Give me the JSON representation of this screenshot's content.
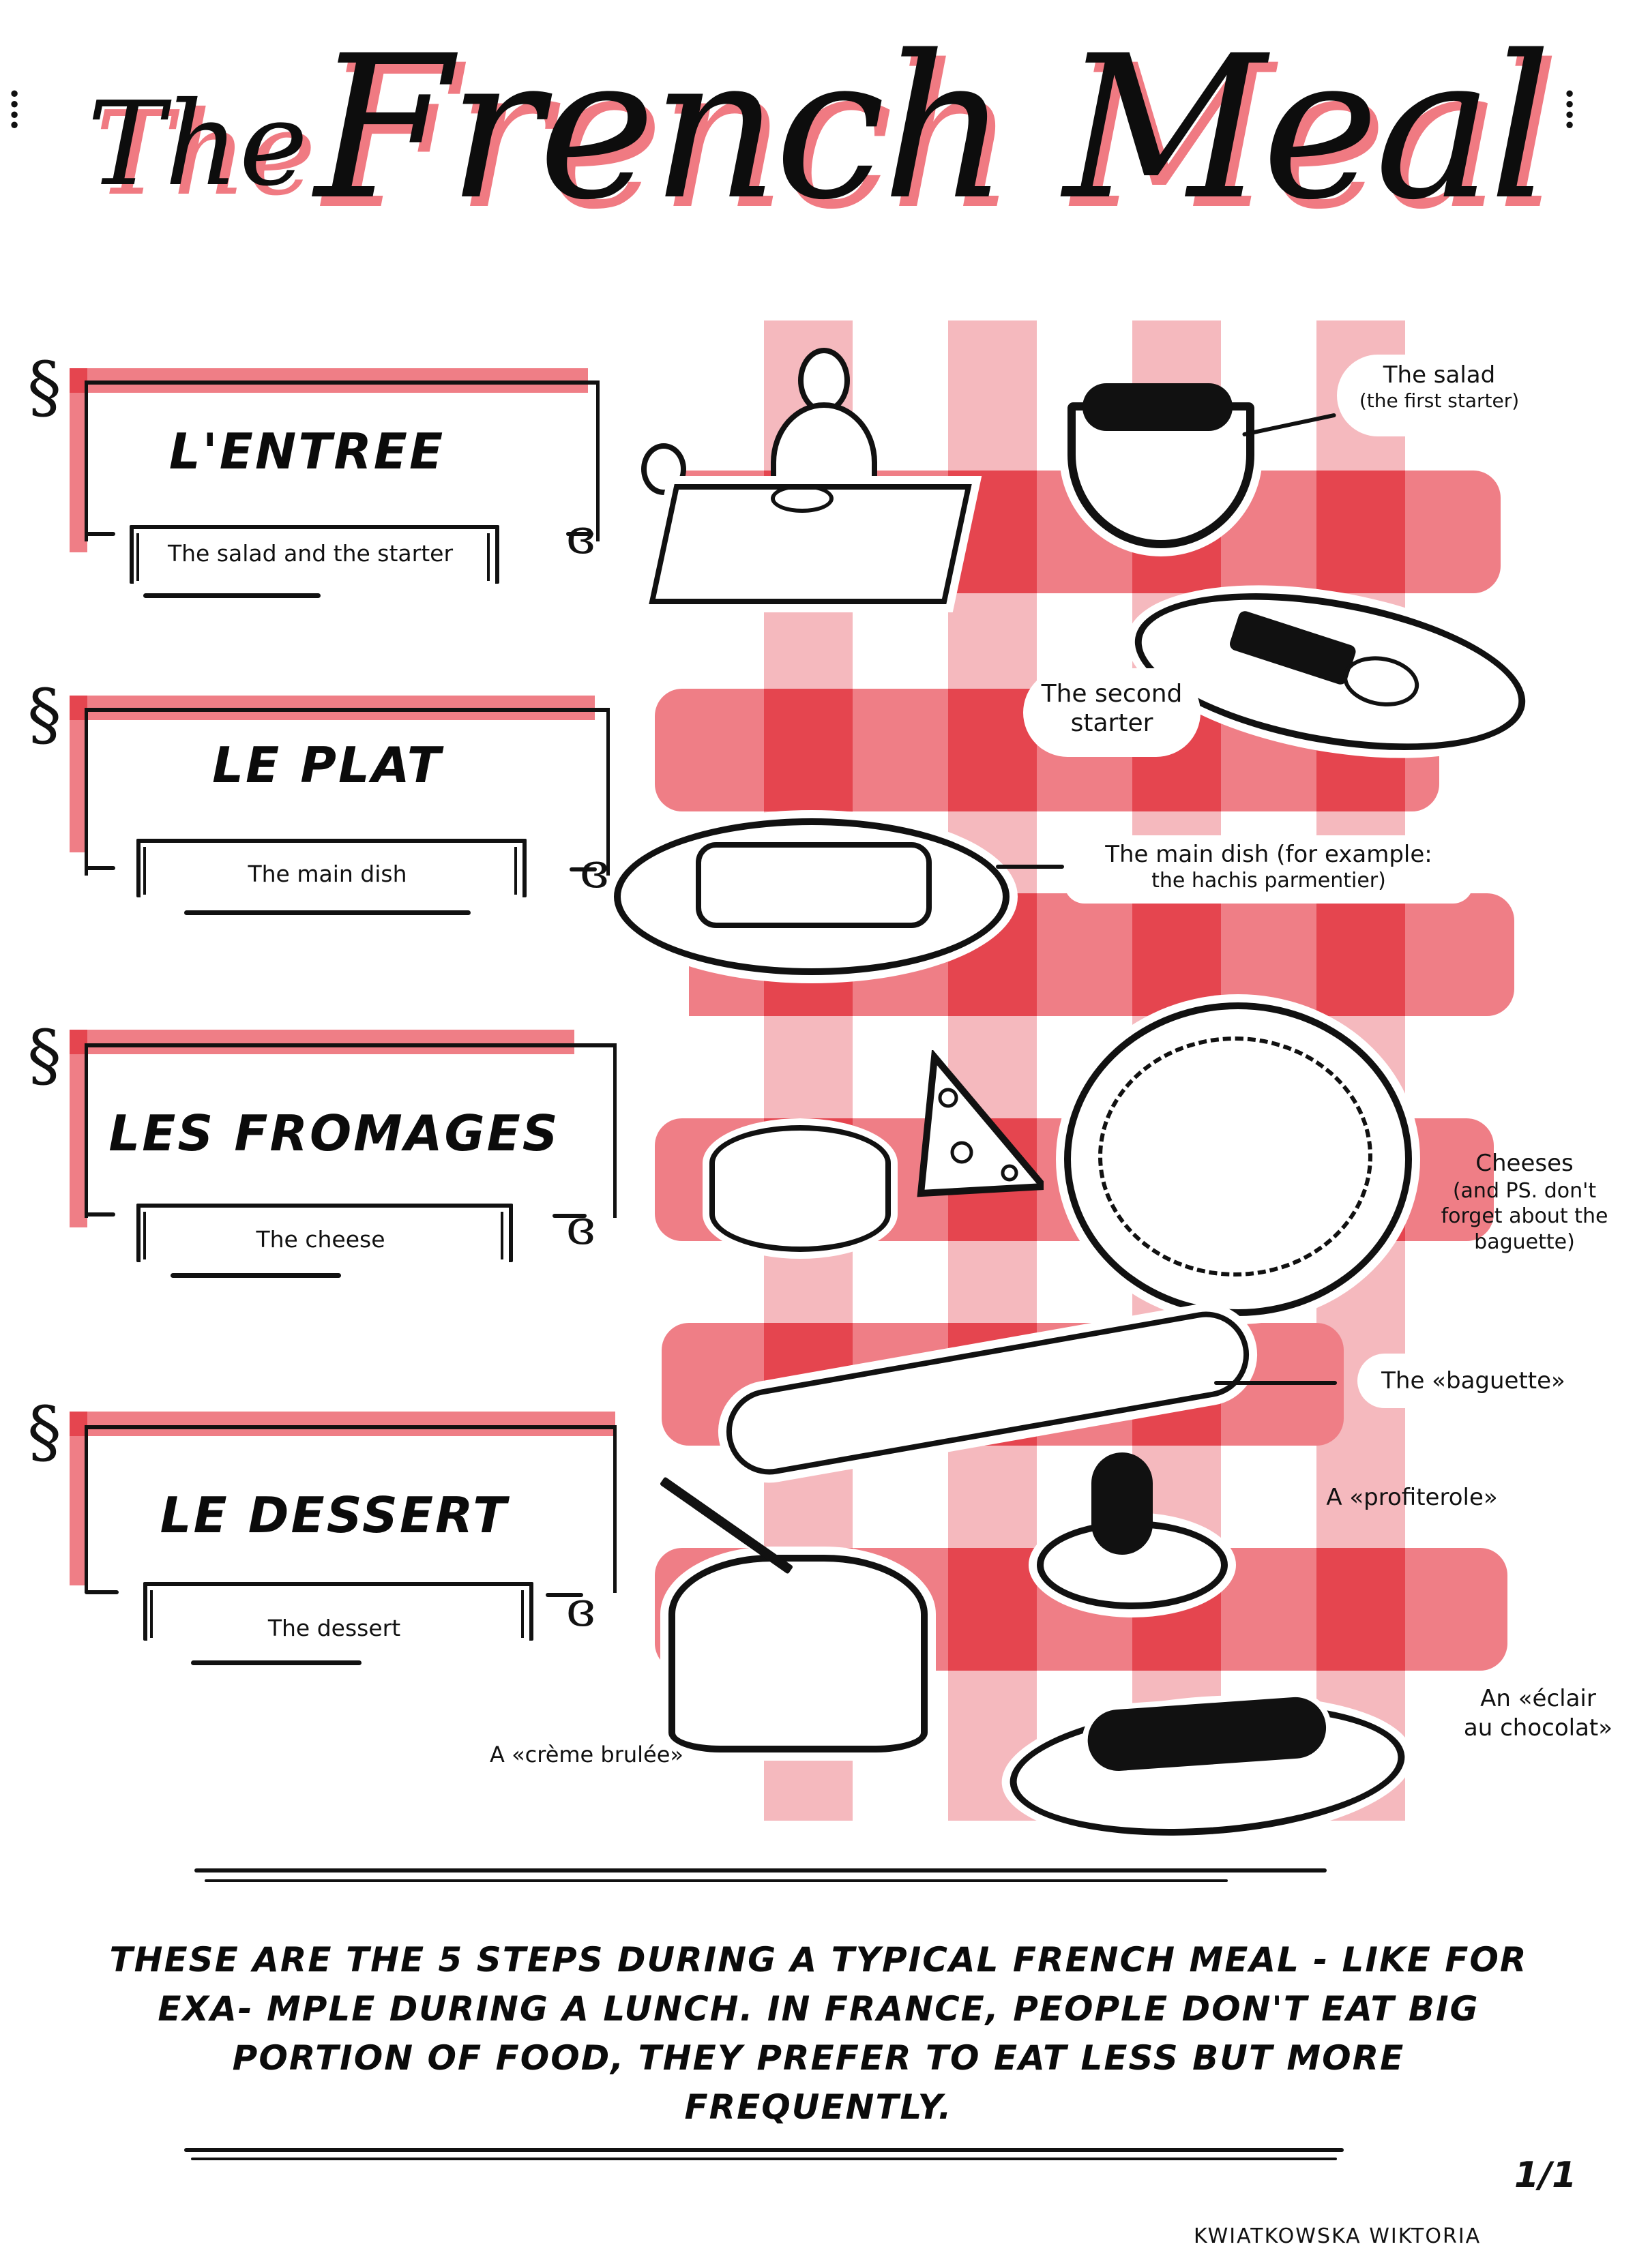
{
  "poster": {
    "title_small": "The",
    "title_big": "French Meal",
    "colors": {
      "pink_light": "#f5b9be",
      "pink_mid": "#ef7e86",
      "red": "#e5454f",
      "ink": "#111111",
      "background": "#ffffff"
    }
  },
  "sections": [
    {
      "heading": "L'ENTREE",
      "subtitle": "The salad and the starter"
    },
    {
      "heading": "LE PLAT",
      "subtitle": "The main dish"
    },
    {
      "heading": "LES FROMAGES",
      "subtitle": "The cheese"
    },
    {
      "heading": "LE DESSERT",
      "subtitle": "The dessert"
    }
  ],
  "illustrations": {
    "diners_table": "two-people-at-table",
    "salad_bowl": "salad-bowl",
    "starter_plate": "second-starter-plate",
    "main_plate": "hachis-parmentier-plate",
    "cheese_wheel": "cheese-wheel",
    "cheese_wedge": "swiss-cheese-wedge",
    "cheese_platter": "cheese-platter",
    "baguette": "baguette",
    "profiterole": "profiterole",
    "creme_brulee": "creme-brulee",
    "eclair": "eclair"
  },
  "captions": {
    "salad": {
      "line1": "The salad",
      "line2": "(the first starter)"
    },
    "second_starter": {
      "line1": "The second",
      "line2": "starter"
    },
    "main_dish": {
      "line1": "The main dish (for example:",
      "line2": "the hachis parmentier)"
    },
    "cheeses": {
      "line1": "Cheeses",
      "line2": "(and PS. don't",
      "line3": "forget about the",
      "line4": "baguette)"
    },
    "baguette": "The «baguette»",
    "profiterole": "A «profiterole»",
    "creme_brulee": "A «crème brulée»",
    "eclair": {
      "line1": "An «éclair",
      "line2": "au chocolat»"
    }
  },
  "footer": {
    "summary": "These are the 5 steps during a typical French meal - like for exa- mple during a lunch. In France, people don't eat big portion of food, they prefer to eat less but more frequently.",
    "page": "1/1",
    "author": "KWIATKOWSKA WIKTORIA"
  }
}
